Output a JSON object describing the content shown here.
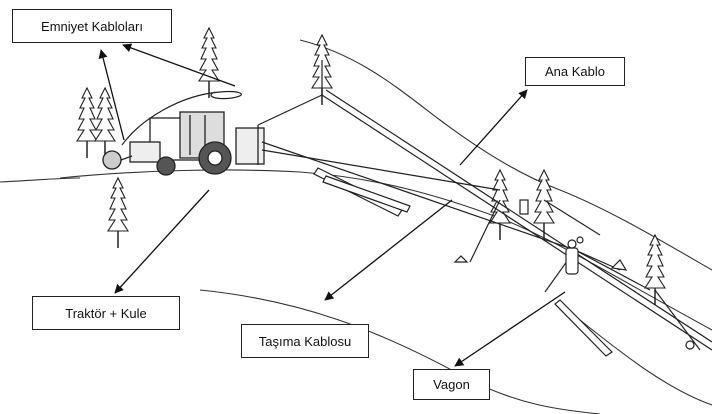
{
  "labels": {
    "safety_cables": "Emniyet Kabloları",
    "main_cable": "Ana Kablo",
    "tractor_tower": "Traktör  + Kule",
    "carrying_cable": "Taşıma Kablosu",
    "wagon": "Vagon"
  },
  "icons": {
    "trees": "pine-tree-icon",
    "tractor": "tractor-icon",
    "logs": "log-icon",
    "carriage": "carriage-icon"
  },
  "colors": {
    "line": "#222222",
    "background": "#ffffff"
  }
}
